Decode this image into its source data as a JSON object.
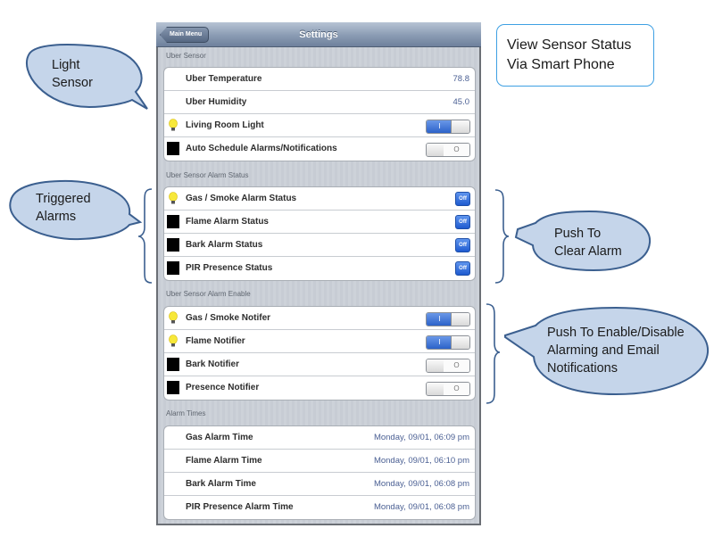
{
  "navbar": {
    "back_button": "Main Menu",
    "title": "Settings"
  },
  "sections": [
    {
      "label": "Uber Sensor",
      "rows": [
        {
          "label": "Uber Temperature",
          "icon": "none",
          "value": "78.8"
        },
        {
          "label": "Uber Humidity",
          "icon": "none",
          "value": "45.0"
        },
        {
          "label": "Living Room Light",
          "icon": "light-bulb-icon",
          "toggle": "on",
          "toggle_text": "I"
        },
        {
          "label": "Auto Schedule Alarms/Notifications",
          "icon": "black-square-icon",
          "toggle": "off",
          "toggle_text": "O"
        }
      ]
    },
    {
      "label": "Uber Sensor Alarm Status",
      "rows": [
        {
          "label": "Gas / Smoke Alarm Status",
          "icon": "light-bulb-icon",
          "button": "Off"
        },
        {
          "label": "Flame Alarm Status",
          "icon": "black-square-icon",
          "button": "Off"
        },
        {
          "label": "Bark Alarm Status",
          "icon": "black-square-icon",
          "button": "Off"
        },
        {
          "label": "PIR Presence Status",
          "icon": "black-square-icon",
          "button": "Off"
        }
      ]
    },
    {
      "label": "Uber Sensor Alarm Enable",
      "rows": [
        {
          "label": "Gas / Smoke Notifer",
          "icon": "light-bulb-icon",
          "toggle": "on",
          "toggle_text": "I"
        },
        {
          "label": "Flame Notifier",
          "icon": "light-bulb-icon",
          "toggle": "on",
          "toggle_text": "I"
        },
        {
          "label": "Bark Notifier",
          "icon": "black-square-icon",
          "toggle": "off",
          "toggle_text": "O"
        },
        {
          "label": "Presence Notifier",
          "icon": "black-square-icon",
          "toggle": "off",
          "toggle_text": "O"
        }
      ]
    },
    {
      "label": "Alarm Times",
      "rows": [
        {
          "label": "Gas Alarm Time",
          "value": "Monday, 09/01, 06:09 pm"
        },
        {
          "label": "Flame Alarm Time",
          "value": "Monday, 09/01, 06:10 pm"
        },
        {
          "label": "Bark Alarm Time",
          "value": "Monday, 09/01, 06:08 pm"
        },
        {
          "label": "PIR Presence Alarm Time",
          "value": "Monday, 09/01, 06:08 pm"
        }
      ]
    }
  ],
  "annotations": {
    "info_box": {
      "line1": "View Sensor Status",
      "line2": "Via Smart Phone"
    },
    "light_sensor": {
      "line1": "Light",
      "line2": "Sensor"
    },
    "triggered_alarms": {
      "line1": "Triggered",
      "line2": "Alarms"
    },
    "push_clear": {
      "line1": "Push To",
      "line2": "Clear Alarm"
    },
    "push_enable": {
      "line1": "Push To Enable/Disable",
      "line2": "Alarming and Email",
      "line3": "Notifications"
    }
  },
  "colors": {
    "navbar": "#8a9bb3",
    "toggle_on": "#2c62c9",
    "value_text": "#4a5f93",
    "callout_fill": "#c5d5ea",
    "callout_stroke": "#3b5f8f",
    "info_border": "#3ea0e3"
  }
}
